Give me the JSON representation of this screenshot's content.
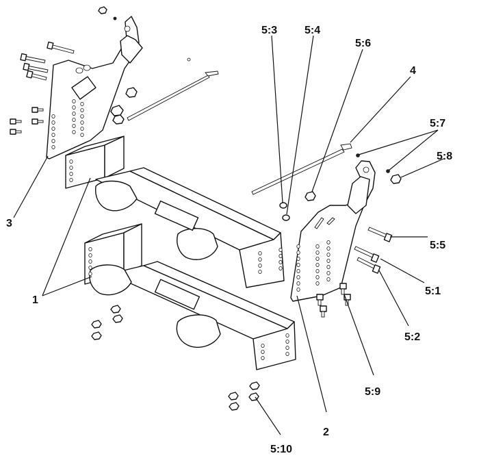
{
  "callouts": {
    "c1": "1",
    "c2": "2",
    "c3": "3",
    "c4": "4",
    "c51": "5:1",
    "c52": "5:2",
    "c53": "5:3",
    "c54": "5:4",
    "c55": "5:5",
    "c56": "5:6",
    "c57": "5:7",
    "c58": "5:8",
    "c59": "5:9",
    "c510": "5:10"
  }
}
